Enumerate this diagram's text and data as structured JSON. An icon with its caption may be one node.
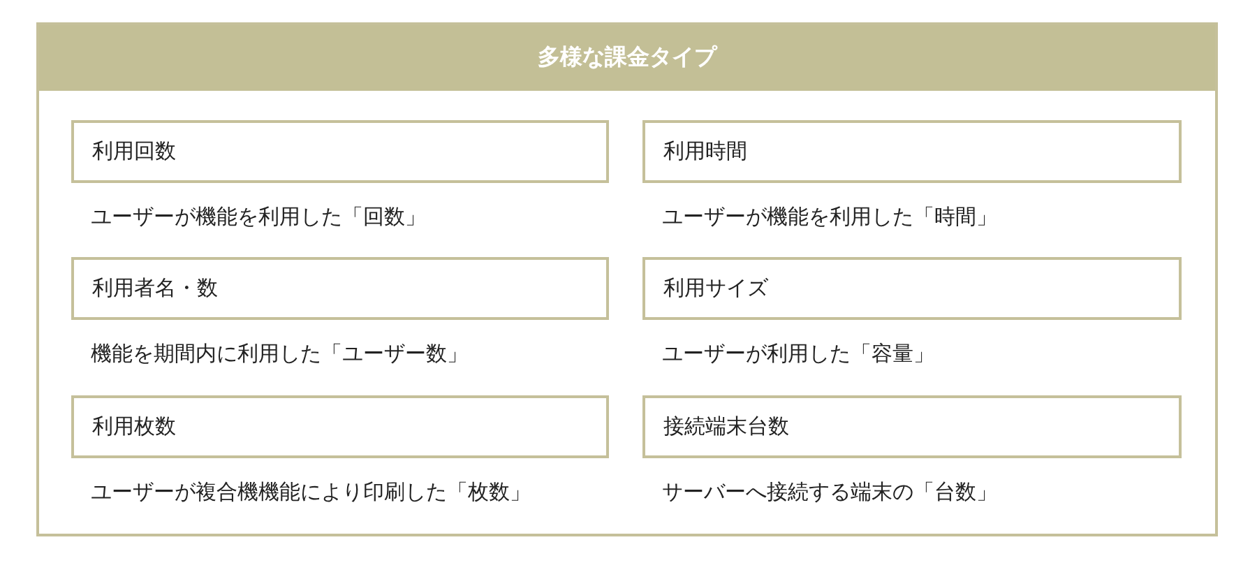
{
  "diagram": {
    "nodes": [
      {
        "text": [
          "多様な課金タイプ"
        ]
      },
      {
        "text": [
          "利用回数"
        ],
        "beside": [
          "ユーザーが機能を利用した「回数」"
        ],
        "in": 0
      },
      {
        "text": [
          "利用時間"
        ],
        "beside": [
          "ユーザーが機能を利用した「時間」"
        ],
        "in": 0
      },
      {
        "text": [
          "利用者名・数"
        ],
        "beside": [
          "機能を期間内に利用した「ユーザー数」"
        ],
        "in": 0
      },
      {
        "text": [
          "利用サイズ"
        ],
        "beside": [
          "ユーザーが利用した「容量」"
        ],
        "in": 0
      },
      {
        "text": [
          "利用枚数"
        ],
        "beside": [
          "ユーザーが複合機機能により印刷した「枚数」"
        ],
        "in": 0
      },
      {
        "text": [
          "接続端末台数"
        ],
        "beside": [
          "サーバーへ接続する端末の「台数」"
        ],
        "in": 0
      }
    ]
  }
}
